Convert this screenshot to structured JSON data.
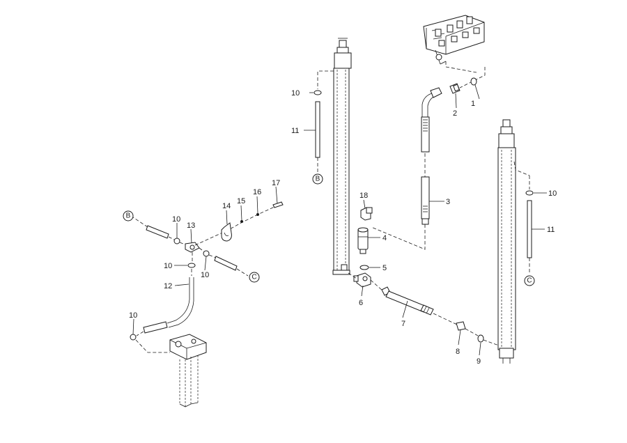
{
  "callouts": {
    "c1": "1",
    "c2": "2",
    "c3": "3",
    "c4": "4",
    "c5": "5",
    "c6": "6",
    "c7": "7",
    "c8": "8",
    "c9": "9",
    "c10a": "10",
    "c10b": "10",
    "c10c": "10",
    "c10d": "10",
    "c10e": "10",
    "c11a": "11",
    "c11b": "11",
    "c12": "12",
    "c13": "13",
    "c14": "14",
    "c15": "15",
    "c16": "16",
    "c17": "17",
    "c18": "18"
  },
  "refs": {
    "b_top": "B",
    "b_left": "B",
    "c_right": "C",
    "c_left": "C"
  }
}
